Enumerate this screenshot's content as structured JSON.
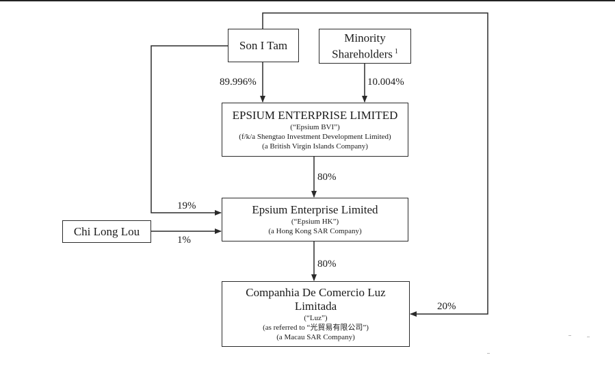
{
  "nodes": {
    "son": {
      "name": "Son I Tam"
    },
    "minority": {
      "line1": "Minority",
      "line2": "Shareholders",
      "footnote": "1"
    },
    "bvi": {
      "title": "EPSIUM ENTERPRISE LIMITED",
      "line1": "(“Epsium BVI”)",
      "line2": "(f/k/a Shengtao Investment Development Limited)",
      "line3": "(a British Virgin Islands Company)"
    },
    "chi": {
      "name": "Chi Long Lou"
    },
    "hk": {
      "title": "Epsium Enterprise Limited",
      "line1": "(“Epsium HK”)",
      "line2": "(a Hong Kong SAR Company)"
    },
    "luz": {
      "title1": "Companhia De Comercio Luz",
      "title2": "Limitada",
      "line1": "(“Luz”)",
      "line2": "(as referred to “光貿易有限公司”)",
      "line3": "(a Macau SAR Company)"
    }
  },
  "edges": {
    "son_to_bvi": "89.996%",
    "minority_to_bvi": "10.004%",
    "bvi_to_hk": "80%",
    "son_to_hk": "19%",
    "chi_to_hk": "1%",
    "hk_to_luz": "80%",
    "son_to_luz": "20%"
  }
}
